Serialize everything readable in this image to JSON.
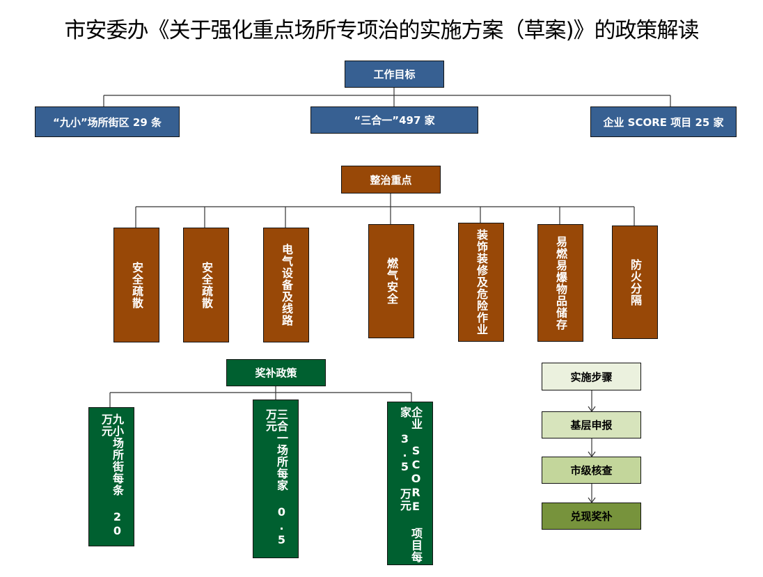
{
  "title": "市安委办《关于强化重点场所专项治的实施方案（草案)》的政策解读",
  "goals": {
    "root": "工作目标",
    "items": [
      "“九小”场所街区 29 条",
      "“三合一”497 家",
      "企业 SCORE 项目 25 家"
    ]
  },
  "focus": {
    "root": "整治重点",
    "items": [
      "安全疏散",
      "安全疏散",
      "电气设备及线路",
      "燃气安全",
      "装饰装修及危险作业",
      "易燃易爆物品储存",
      "防火分隔"
    ]
  },
  "subsidy": {
    "root": "奖补政策",
    "items": [
      "九小场所街每条 20 万元",
      "三合一场所每家 0.5 万元",
      "企业 SCORE 项目每家 3.5 万元"
    ]
  },
  "steps": {
    "items": [
      "实施步骤",
      "基层申报",
      "市级核查",
      "兑现奖补"
    ]
  },
  "colors": {
    "goals": "#376092",
    "focus": "#984807",
    "subsidy": "#006030",
    "steps": [
      "#ebf1de",
      "#d7e4bc",
      "#c3d69b",
      "#77933c"
    ]
  }
}
